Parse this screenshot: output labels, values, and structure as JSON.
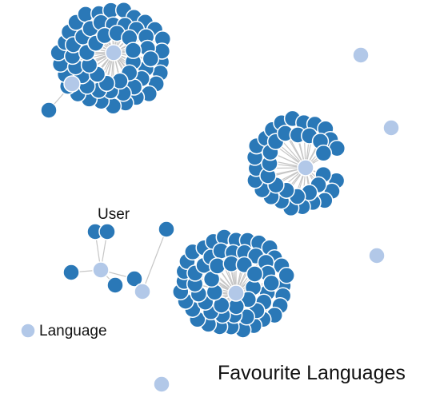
{
  "title": "Favourite Languages",
  "legend": {
    "user_label": "User",
    "language_label": "Language"
  },
  "colors": {
    "user": "#2a78b7",
    "language": "#b2c8e8",
    "edge": "#c6c6c6",
    "background": "#ffffff"
  },
  "node_types": [
    "User",
    "Language"
  ],
  "graph_summary": {
    "components": "three dense clusters of users around one language each, one small chain of users and languages, several isolated language nodes"
  }
}
